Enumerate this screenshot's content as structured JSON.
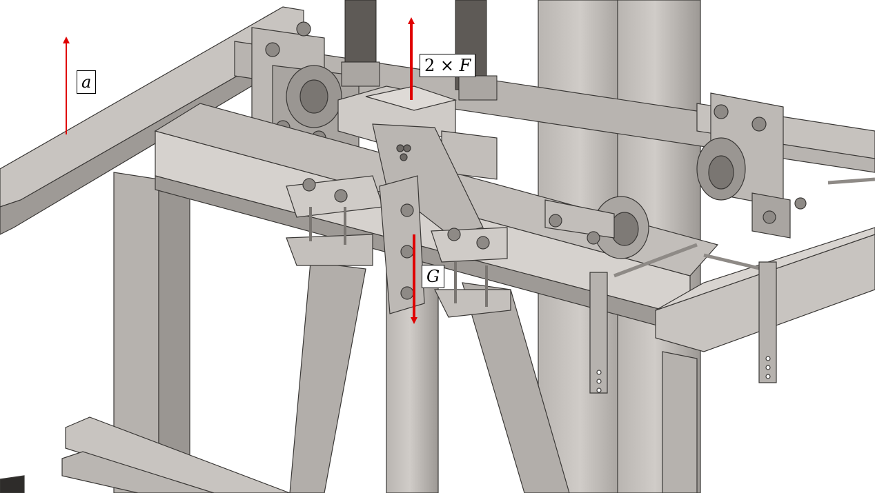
{
  "labels": {
    "acceleration": "a",
    "lift_force_number": "2",
    "lift_force_operator": "×",
    "lift_force_symbol": "F",
    "gravity": "G"
  },
  "colors": {
    "arrow": "#e00000",
    "steel_light": "#c8c4c0",
    "steel_mid": "#aaa6a2",
    "steel_dark": "#8a8682",
    "edge": "#3a3836",
    "background": "#ffffff"
  }
}
